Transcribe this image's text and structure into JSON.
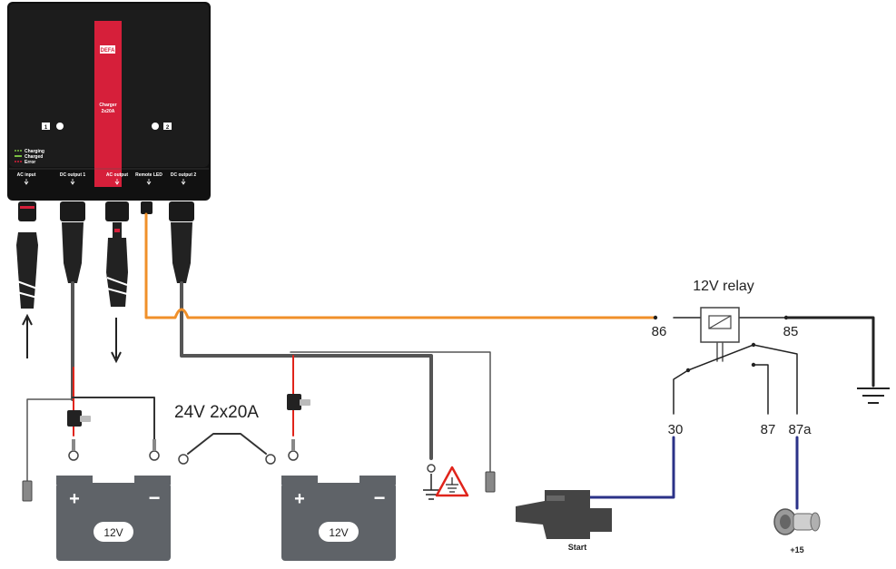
{
  "charger": {
    "brand": "DEFA",
    "model_line1": "Charger",
    "model_line2": "2x20A",
    "output1_num": "1",
    "output2_num": "2",
    "legend": [
      "Charging",
      "Charged",
      "Error"
    ],
    "ports": [
      "AC input",
      "DC output 1",
      "AC output",
      "Remote LED",
      "DC output 2"
    ]
  },
  "wiring": {
    "bridge_label": "24V  2x20A",
    "relay_title": "12V relay",
    "pins": {
      "p86": "86",
      "p85": "85",
      "p30": "30",
      "p87": "87",
      "p87a": "87a"
    },
    "start_label": "Start",
    "ignition_label": "+15"
  },
  "batteries": [
    {
      "plus": "+",
      "minus": "−",
      "voltage": "12V"
    },
    {
      "plus": "+",
      "minus": "−",
      "voltage": "12V"
    }
  ],
  "colors": {
    "housing": "#111111",
    "brand_stripe": "#d61f3a",
    "remote_wire": "#f0902a",
    "control_wire": "#2b3288",
    "battery": "#5f6368",
    "positive_wire": "#e0241b"
  }
}
